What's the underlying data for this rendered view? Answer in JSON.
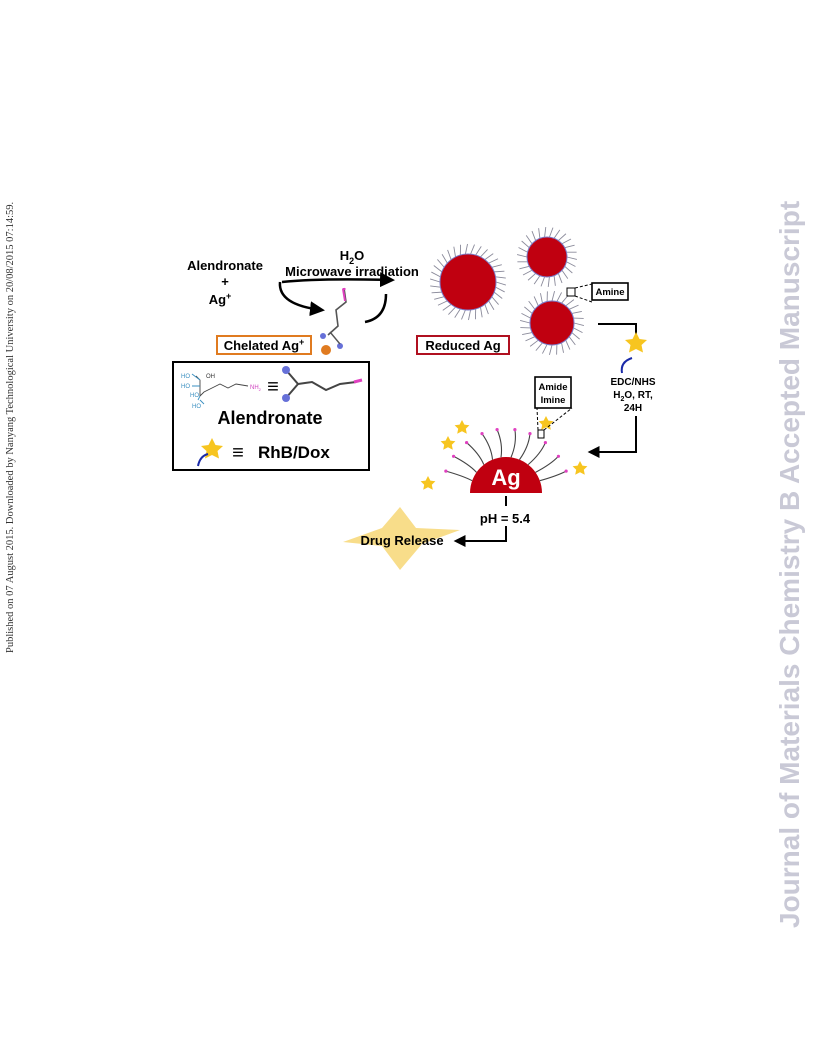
{
  "side_note": "Published on 07 August 2015. Downloaded by Nanyang Technological University on 20/08/2015 07:14:59.",
  "watermark": "Journal of Materials Chemistry B Accepted Manuscript",
  "scheme": {
    "reactant_1": "Alendronate",
    "plus": "+",
    "reactant_2": "Ag",
    "reactant_2_charge": "+",
    "water_h": "H",
    "water_sub": "2",
    "water_o": "O",
    "microwave": "Microwave irradiation",
    "chelated_label": "Chelated Ag",
    "chelated_charge": "+",
    "reduced_label": "Reduced Ag",
    "amine_label": "Amine",
    "edc_line1": "EDC/NHS",
    "edc_line2_h": "H",
    "edc_line2_sub": "2",
    "edc_line2_rest": "O, RT,",
    "edc_line3": "24H",
    "amide_line1": "Amide",
    "amide_line2": "Imine",
    "ag_core": "Ag",
    "ph_label": "pH = 5.4",
    "drug_release": "Drug Release",
    "legend_alendronate": "Alendronate",
    "legend_rhb": "RhB/Dox",
    "equiv_symbol": "≡",
    "struct_ho1": "HO",
    "struct_ho2": "HO",
    "struct_ho3": "HO",
    "struct_ho4": "HO",
    "struct_oh": "OH",
    "struct_nh2": "NH",
    "struct_nh2_sub": "2"
  },
  "colors": {
    "nanoparticle": "#c00010",
    "chelated_box": "#e07b20",
    "reduced_box": "#b01020",
    "star": "#f7c520",
    "burst": "#f8dd8a",
    "ligand_bead": "#6670d8",
    "ligand_tip": "#e040c0",
    "dye_tail": "#1a2aa8",
    "watermark": "#c9c9d6"
  }
}
